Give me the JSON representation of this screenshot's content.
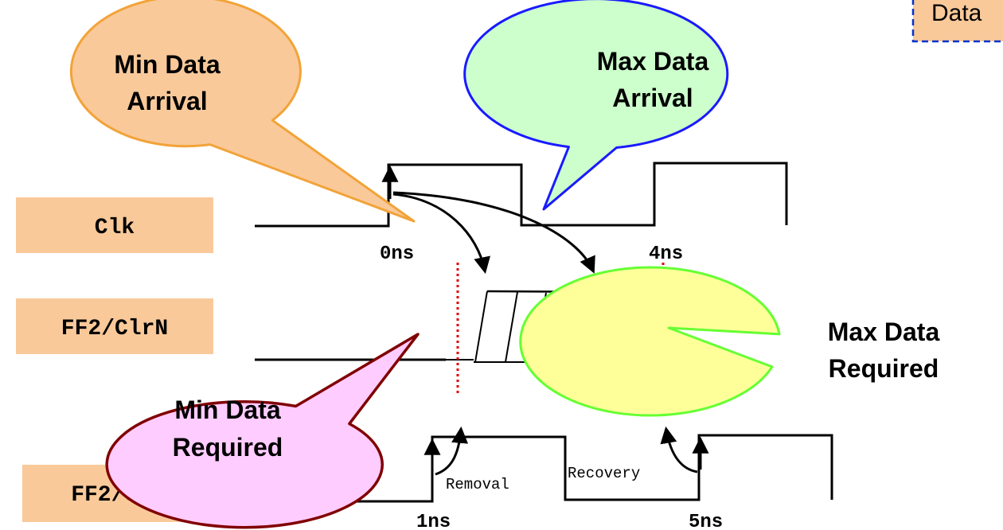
{
  "signals": {
    "clk": "Clk",
    "ff2_clrn": "FF2/ClrN",
    "ff2_clk": "FF2/clk"
  },
  "times": {
    "t0": "0ns",
    "t4": "4ns",
    "t1": "1ns",
    "t5": "5ns"
  },
  "callouts": {
    "min_arrival": [
      "Min Data",
      "Arrival"
    ],
    "max_arrival": [
      "Max Data",
      "Arrival"
    ],
    "min_required": [
      "Min Data",
      "Required"
    ],
    "max_required": [
      "Max Data",
      "Required"
    ]
  },
  "notes": {
    "removal": "Removal",
    "recovery": "Recovery"
  },
  "partial_legend": "Data",
  "colors": {
    "label_box": "#f9c99a",
    "min_arrival_fill": "#f9c99a",
    "min_arrival_stroke": "#f2a338",
    "max_arrival_fill": "#ccffcc",
    "max_arrival_stroke": "#1a1aff",
    "min_required_fill": "#ffccff",
    "min_required_stroke": "#800000",
    "max_required_fill": "#ffff99",
    "max_required_stroke": "#66ff33",
    "marker_line": "#e00000",
    "legend_border": "#0033cc"
  }
}
